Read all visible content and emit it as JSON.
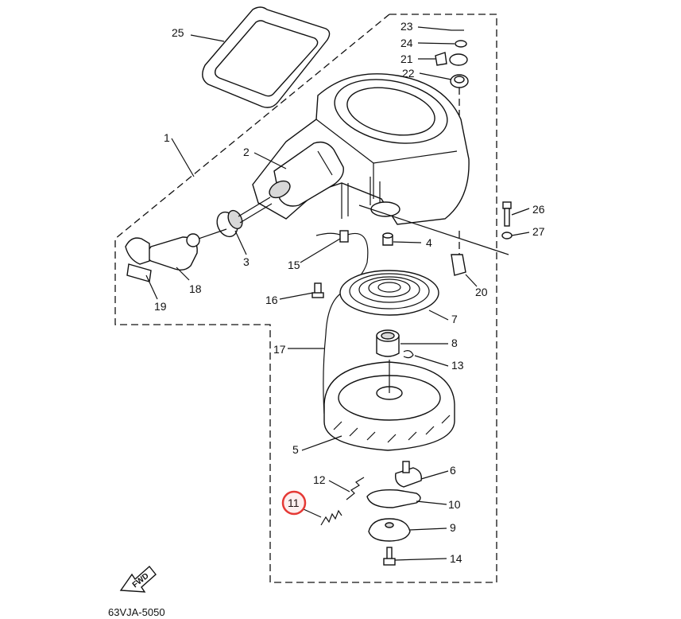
{
  "diagram": {
    "code": "63VJA-5050",
    "fwd_label": "FWD",
    "highlight_color": "#e53935",
    "highlighted_part": "11",
    "callouts": [
      {
        "id": "c25",
        "text": "25"
      },
      {
        "id": "c1",
        "text": "1"
      },
      {
        "id": "c2",
        "text": "2"
      },
      {
        "id": "c3",
        "text": "3"
      },
      {
        "id": "c18",
        "text": "18"
      },
      {
        "id": "c19",
        "text": "19"
      },
      {
        "id": "c15",
        "text": "15"
      },
      {
        "id": "c16",
        "text": "16"
      },
      {
        "id": "c17",
        "text": "17"
      },
      {
        "id": "c23",
        "text": "23"
      },
      {
        "id": "c24",
        "text": "24"
      },
      {
        "id": "c21",
        "text": "21"
      },
      {
        "id": "c22",
        "text": "22"
      },
      {
        "id": "c26",
        "text": "26"
      },
      {
        "id": "c27",
        "text": "27"
      },
      {
        "id": "c4",
        "text": "4"
      },
      {
        "id": "c20",
        "text": "20"
      },
      {
        "id": "c7",
        "text": "7"
      },
      {
        "id": "c8",
        "text": "8"
      },
      {
        "id": "c13",
        "text": "13"
      },
      {
        "id": "c5",
        "text": "5"
      },
      {
        "id": "c6",
        "text": "6"
      },
      {
        "id": "c12",
        "text": "12"
      },
      {
        "id": "c10",
        "text": "10"
      },
      {
        "id": "c11",
        "text": "11"
      },
      {
        "id": "c9",
        "text": "9"
      },
      {
        "id": "c14",
        "text": "14"
      }
    ]
  }
}
